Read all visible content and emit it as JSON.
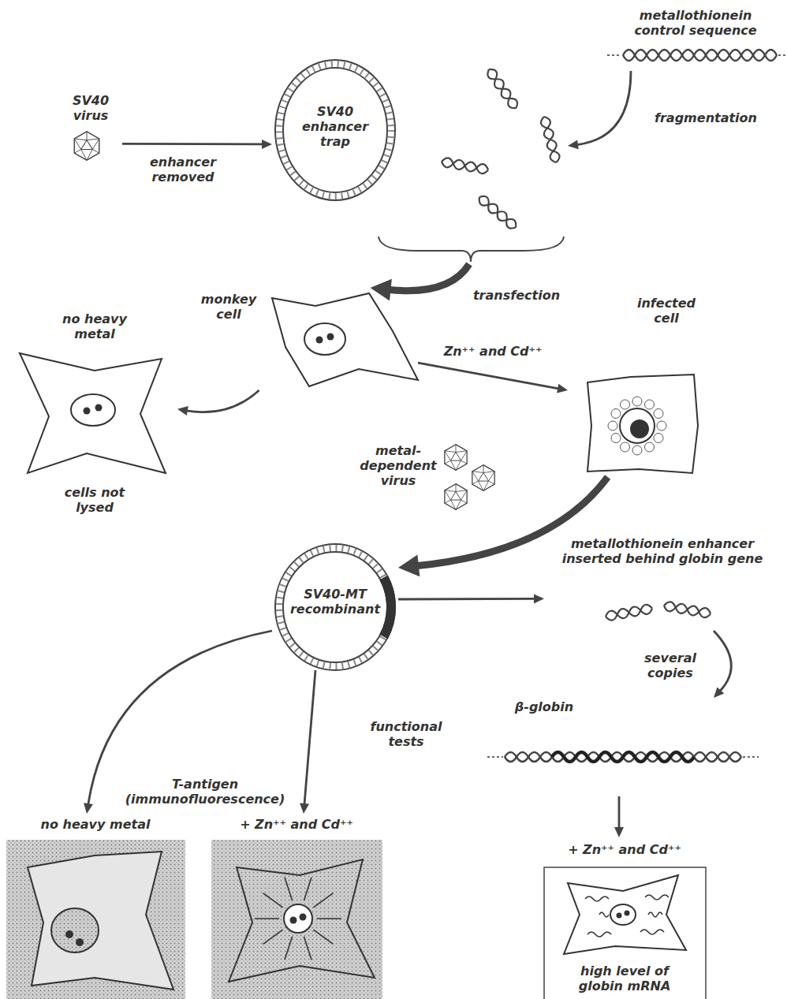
{
  "diagram": {
    "nodes": [
      {
        "text": [
          "SV40 virus"
        ]
      },
      {
        "text": [
          "metallothionein control sequence"
        ]
      },
      {
        "text": [
          "SV40 enhancer trap"
        ]
      },
      {
        "text": [
          "monkey cell"
        ]
      },
      {
        "text": [
          "no heavy metal",
          "cells not lysed"
        ]
      },
      {
        "text": [
          "infected cell"
        ]
      },
      {
        "text": [
          "metal-dependent virus"
        ]
      },
      {
        "text": [
          "SV40-MT recombinant"
        ]
      },
      {
        "text": [
          "metallothionein enhancer inserted behind globin gene"
        ]
      },
      {
        "text": [
          "β-globin"
        ]
      },
      {
        "text": [
          "no heavy metal"
        ]
      },
      {
        "text": [
          "+ Zn⁺⁺ and Cd⁺⁺"
        ]
      },
      {
        "text": [
          "+ Zn⁺⁺ and Cd⁺⁺",
          "high level of globin mRNA"
        ]
      }
    ],
    "edges": [
      {
        "from": 0,
        "to": 2,
        "arrow": "to",
        "label": "enhancer removed"
      },
      {
        "from": 1,
        "to": 2,
        "arrow": "to",
        "label": "fragmentation"
      },
      {
        "from": 2,
        "to": 3,
        "arrow": "to",
        "label": "transfection"
      },
      {
        "from": 3,
        "to": 4,
        "arrow": "to"
      },
      {
        "from": 3,
        "to": 5,
        "arrow": "to",
        "label": "Zn⁺⁺ and Cd⁺⁺"
      },
      {
        "from": 5,
        "to": 7,
        "arrow": "to"
      },
      {
        "from": 7,
        "to": 8,
        "arrow": "to"
      },
      {
        "from": 8,
        "to": 9,
        "arrow": "to",
        "label": "several copies"
      },
      {
        "from": 9,
        "to": 12,
        "arrow": "to"
      },
      {
        "from": 7,
        "to": 10,
        "arrow": "to"
      },
      {
        "from": 7,
        "to": 11,
        "arrow": "to"
      }
    ],
    "labels": [
      "functional tests",
      "T-antigen (immunofluorescence)"
    ]
  }
}
